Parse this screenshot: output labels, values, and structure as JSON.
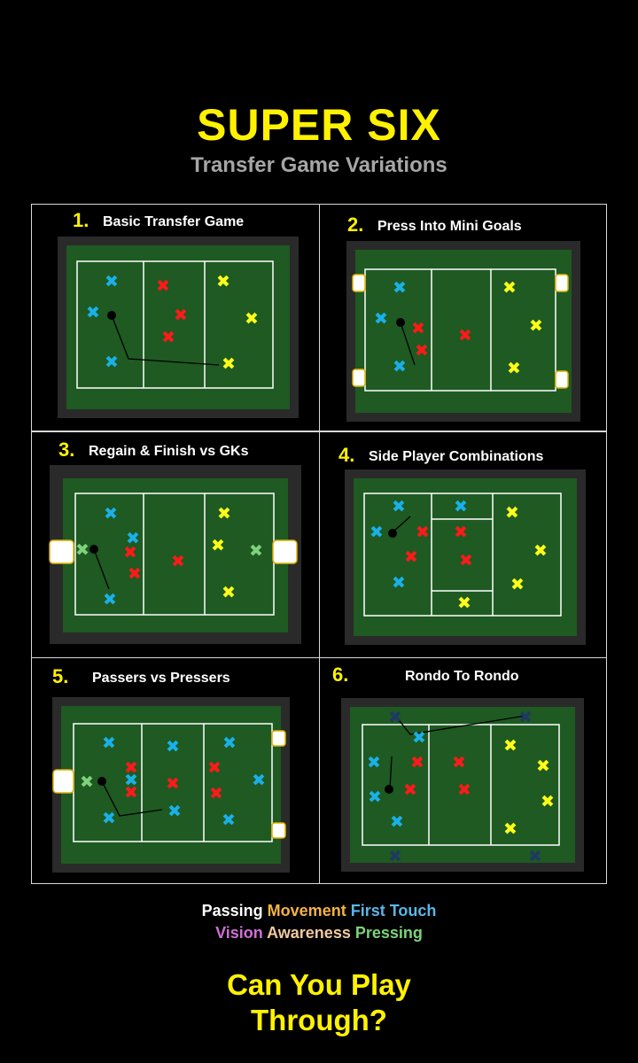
{
  "header": {
    "title": "SUPER SIX",
    "subtitle": "Transfer Game Variations"
  },
  "panels": [
    {
      "number": "1.",
      "title": "Basic Transfer Game"
    },
    {
      "number": "2.",
      "title": "Press Into Mini Goals"
    },
    {
      "number": "3.",
      "title": "Regain & Finish vs GKs"
    },
    {
      "number": "4.",
      "title": "Side Player Combinations"
    },
    {
      "number": "5.",
      "title": "Passers vs Pressers"
    },
    {
      "number": "6.",
      "title": "Rondo To Rondo"
    }
  ],
  "tags": {
    "line1": [
      {
        "text": "Passing",
        "color": "#ffffff"
      },
      {
        "text": "Movement",
        "color": "#f5b342"
      },
      {
        "text": "First Touch",
        "color": "#5bb6e8"
      }
    ],
    "line2": [
      {
        "text": "Vision",
        "color": "#d070d6"
      },
      {
        "text": "Awareness",
        "color": "#f0c9a0"
      },
      {
        "text": "Pressing",
        "color": "#7ed27a"
      }
    ]
  },
  "footer": {
    "line1": "Can You Play",
    "line2": "Through?"
  },
  "colors": {
    "blue": "#1ab0e8",
    "red": "#ff1a1a",
    "yellow": "#ffff1a",
    "green": "#7ed27a",
    "navy": "#1e3a5f",
    "pitch": "#1e5a22",
    "border": "#2a2a2a"
  }
}
